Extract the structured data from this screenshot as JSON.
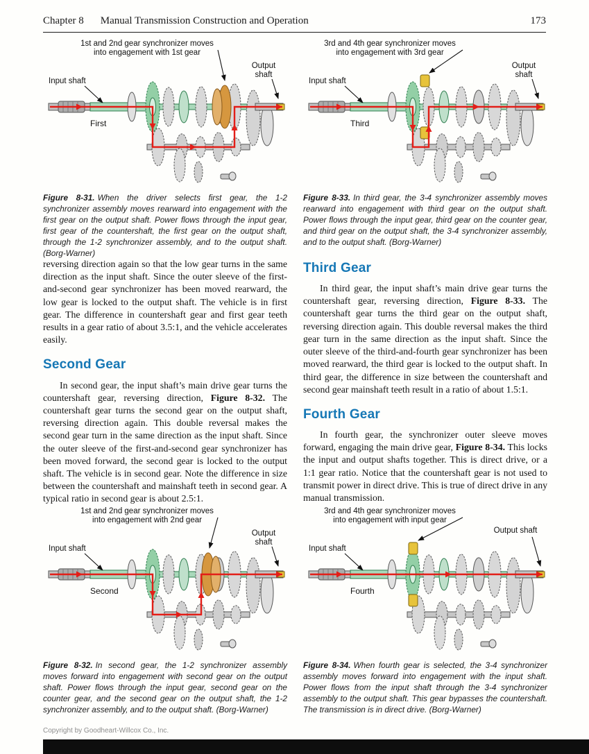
{
  "header": {
    "chapter": "Chapter 8",
    "title": "Manual Transmission Construction and Operation",
    "page_number": "173"
  },
  "headings": {
    "second_gear": "Second Gear",
    "third_gear": "Third Gear",
    "fourth_gear": "Fourth Gear"
  },
  "body": {
    "first_gear_continued": "reversing direction again so that the low gear turns in the same direction as the input shaft. Since the outer sleeve of the first-and-second gear synchronizer has been moved rearward, the low gear is locked to the output shaft. The vehicle is in first gear. The difference in countershaft gear and first gear teeth results in a gear ratio of about 3.5:1, and the vehicle accelerates easily.",
    "second_gear_before": "In second gear, the input shaft’s main drive gear turns the countershaft gear, reversing direction, ",
    "second_gear_ref": "Figure 8-32.",
    "second_gear_after": " The countershaft gear turns the second gear on the output shaft, reversing direction again. This double reversal makes the second gear turn in the same direction as the input shaft. Since the outer sleeve of the first-and-second gear synchronizer has been moved forward, the second gear is locked to the output shaft. The vehicle is in second gear. Note the difference in size between the countershaft and mainshaft teeth in second gear. A typical ratio in second gear is about 2.5:1.",
    "third_gear_before": "In third gear, the input shaft’s main drive gear turns the countershaft gear, reversing direction, ",
    "third_gear_ref": "Figure 8-33.",
    "third_gear_after": " The countershaft gear turns the third gear on the output shaft, reversing direction again. This double reversal makes the third gear turn in the same direction as the input shaft. Since the outer sleeve of the third-and-fourth gear synchronizer has been moved rearward, the third gear is locked to the output shaft. In third gear, the difference in size between the countershaft and second gear mainshaft teeth result in a ratio of about 1.5:1.",
    "fourth_gear_before": "In fourth gear, the synchronizer outer sleeve moves forward, engaging the main drive gear, ",
    "fourth_gear_ref": "Figure 8-34.",
    "fourth_gear_after": " This locks the input and output shafts together. This is direct drive, or a 1:1 gear ratio. Notice that the countershaft gear is not used to transmit power in direct drive. This is true of direct drive in any manual transmission."
  },
  "figures": [
    {
      "name": "Figure 8-31",
      "labels": {
        "synchro_line1": "1st and 2nd gear synchronizer moves",
        "synchro_line2": "into engagement with 1st gear",
        "output_line1": "Output",
        "output_line2": "shaft",
        "input_shaft": "Input shaft",
        "gear_position": "First"
      },
      "caption_label": "Figure 8-31.",
      "caption_text": "When the driver selects first gear, the 1-2 synchronizer assembly moves rearward into engagement with the first gear on the output shaft. Power flows through the input gear, first gear of the countershaft, the first gear on the output shaft, through the 1-2 synchronizer assembly, and to the output shaft. (Borg-Warner)"
    },
    {
      "name": "Figure 8-32",
      "labels": {
        "synchro_line1": "1st and 2nd gear synchronizer moves",
        "synchro_line2": "into engagement with 2nd gear",
        "output_line1": "Output",
        "output_line2": "shaft",
        "input_shaft": "Input shaft",
        "gear_position": "Second"
      },
      "caption_label": "Figure 8-32.",
      "caption_text": "In second gear, the 1-2 synchronizer assembly moves forward into engagement with second gear on the output shaft. Power flows through the input gear, second gear on the counter gear, and the second gear on the output shaft, the 1-2 synchronizer assembly, and to the output shaft. (Borg-Warner)"
    },
    {
      "name": "Figure 8-33",
      "labels": {
        "synchro_line1": "3rd and 4th gear synchronizer moves",
        "synchro_line2": "into engagement with 3rd gear",
        "output_line1": "Output",
        "output_line2": "shaft",
        "input_shaft": "Input shaft",
        "gear_position": "Third"
      },
      "caption_label": "Figure 8-33.",
      "caption_text": "In third gear, the 3-4 synchronizer assembly moves rearward into engagement with third gear on the output shaft. Power flows through the input gear, third gear on the counter gear, and third gear on the output shaft, the 3-4 synchronizer assembly, and to the output shaft. (Borg-Warner)"
    },
    {
      "name": "Figure 8-34",
      "labels": {
        "synchro_line1": "3rd and 4th gear synchronizer moves",
        "synchro_line2": "into engagement with input gear",
        "output_line1": "Output shaft",
        "output_line2": "",
        "input_shaft": "Input shaft",
        "gear_position": "Fourth"
      },
      "caption_label": "Figure 8-34.",
      "caption_text": "When fourth gear is selected, the 3-4 synchronizer assembly moves forward into engagement with the input shaft. Power flows from the input shaft through the 3-4 synchronizer assembly to the output shaft. This gear bypasses the countershaft. The transmission is in direct drive. (Borg-Warner)"
    }
  ],
  "footer": {
    "copyright": "Copyright by Goodheart-Willcox Co., Inc."
  },
  "colors": {
    "heading_blue": "#1577b5",
    "power_flow_red": "#e31e18",
    "gear_green": "#93cfa6",
    "synchro_orange": "#d6973f",
    "synchro_yellow": "#e7c33b"
  }
}
